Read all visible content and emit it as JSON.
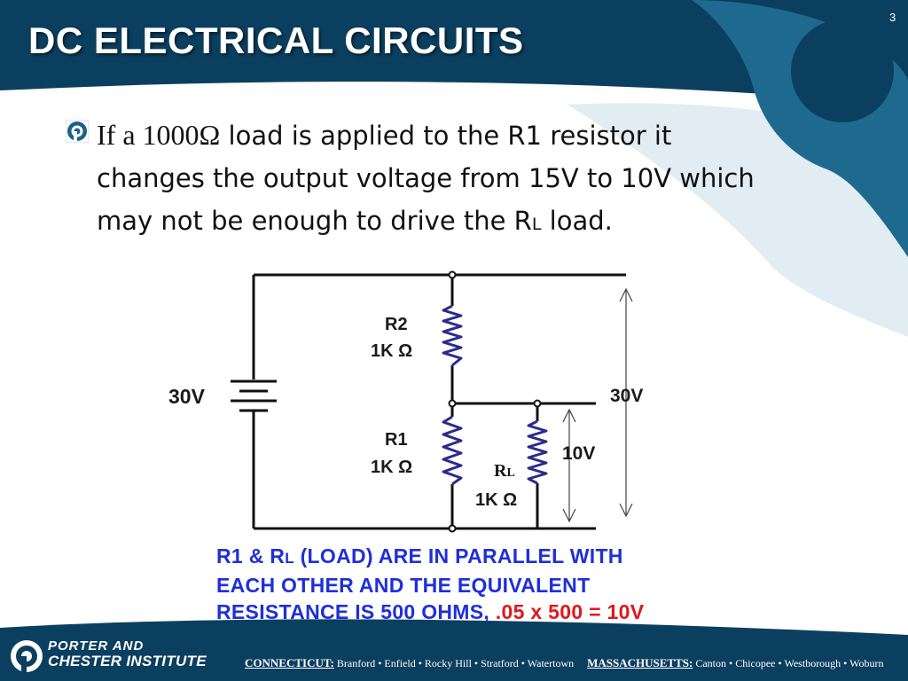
{
  "slide": {
    "title": "DC ELECTRICAL CIRCUITS",
    "number": "3"
  },
  "bullet": {
    "icon": "porter-chester-logo-icon",
    "text_prefix": "If a 1000Ω",
    "line1_rest": " load is applied to the R1 resistor it",
    "line2": "changes the output voltage from 15V to 10V which",
    "line3_a": "may not be enough to drive the R",
    "line3_sub": "L",
    "line3_b": " load."
  },
  "circuit": {
    "source_label": "30V",
    "r2_name": "R2",
    "r2_value": "1K Ω",
    "r1_name": "R1",
    "r1_value": "1K Ω",
    "rl_name_main": "R",
    "rl_name_sub": "L",
    "rl_value": "1K Ω",
    "total_voltage_label": "30V",
    "output_voltage_label": "10V",
    "resistor_color": "#2b2b8c"
  },
  "note": {
    "line1_a": "R1 & R",
    "line1_sub": "L",
    "line1_b": "  (LOAD) ARE IN PARALLEL WITH",
    "line2": "EACH OTHER AND THE EQUIVALENT",
    "line3_a": "RESISTANCE IS 500 OHMS,",
    "line3_b": "  .05 x 500 = 10V",
    "color_blue": "#1f2fd9",
    "color_red": "#e0181e"
  },
  "footer": {
    "brand_line1": "PORTER AND",
    "brand_line2": "CHESTER INSTITUTE",
    "state1": "CONNECTICUT:",
    "state1_towns": " Branford • Enfield • Rocky Hill • Stratford • Watertown",
    "state2": "MASSACHUSETTS:",
    "state2_towns": " Canton • Chicopee • Westborough • Woburn"
  },
  "colors": {
    "header_dark": "#0b3f5f",
    "header_mid": "#1e6a8e",
    "accent_light": "#d7e7ef"
  }
}
